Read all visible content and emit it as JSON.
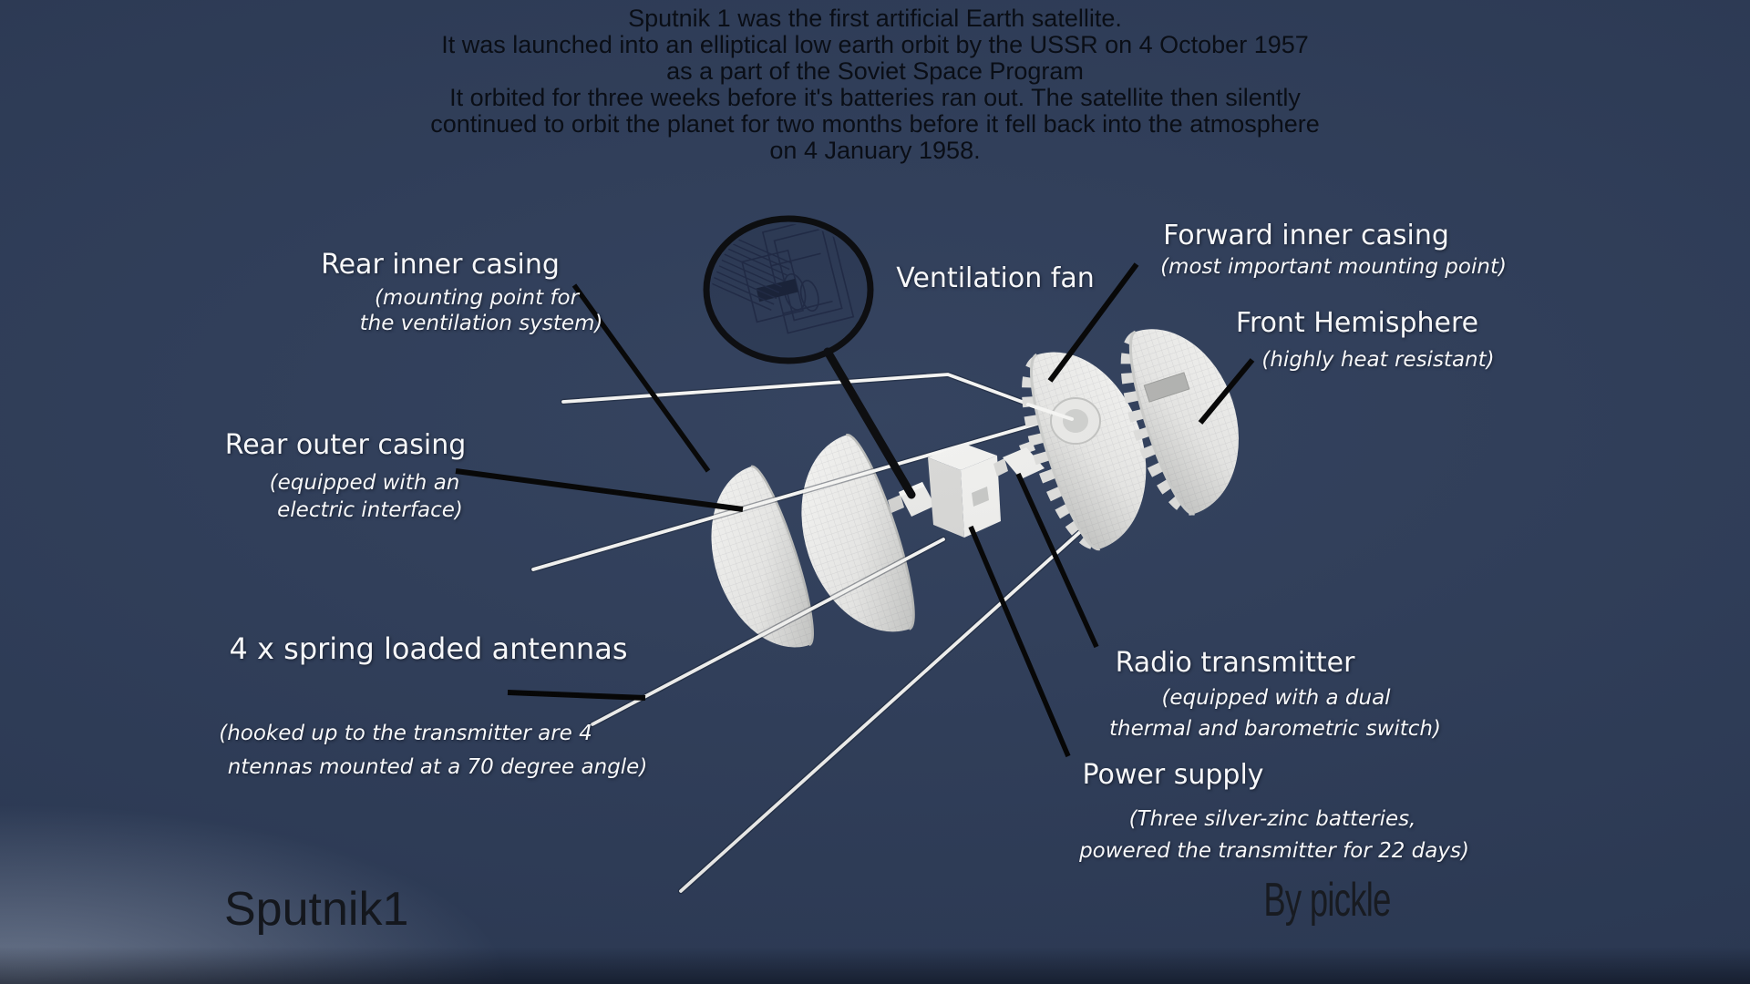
{
  "header": {
    "lines": [
      "Sputnik 1 was the first artificial Earth satellite.",
      "It was launched into an elliptical low earth orbit by the USSR on 4 October 1957",
      "as a part of the Soviet Space Program",
      "It orbited for three weeks before it's batteries ran out. The satellite then silently",
      "continued to orbit the planet for two months before it fell back into the atmosphere",
      "on 4 January 1958."
    ]
  },
  "labels": {
    "rear_inner_casing": {
      "title": "Rear inner casing",
      "sub": [
        "(mounting point for",
        "the ventilation system)"
      ]
    },
    "ventilation_fan": {
      "title": "Ventilation fan",
      "sub": []
    },
    "forward_inner_casing": {
      "title": "Forward inner casing",
      "sub": [
        "(most important mounting point)"
      ]
    },
    "front_hemisphere": {
      "title": "Front Hemisphere",
      "sub": [
        "(highly heat resistant)"
      ]
    },
    "rear_outer_casing": {
      "title": "Rear outer casing",
      "sub": [
        "(equipped with an",
        "electric interface)"
      ]
    },
    "spring_antennas": {
      "title": "4 x spring loaded antennas",
      "sub": [
        "(hooked up to the transmitter are 4",
        "ntennas mounted at a 70 degree angle)"
      ]
    },
    "radio_transmitter": {
      "title": "Radio transmitter",
      "sub": [
        "(equipped with a dual",
        "thermal and barometric switch)"
      ]
    },
    "power_supply": {
      "title": "Power supply",
      "sub": [
        "(Three silver-zinc batteries,",
        "powered the transmitter for 22 days)"
      ]
    }
  },
  "footer": {
    "title": "Sputnik1",
    "credit": "By pickle"
  },
  "colors": {
    "background": "#2d3c59",
    "header_text": "#0a0e16",
    "label_text": "#f7f8fa",
    "pointer_line": "#000000",
    "antenna_white": "#f6f6f4",
    "satellite_light": "#f7f7f5",
    "satellite_shade": "#c7c8c6",
    "wireframe_line": "#1a2440",
    "footer_text": "#14171d"
  }
}
